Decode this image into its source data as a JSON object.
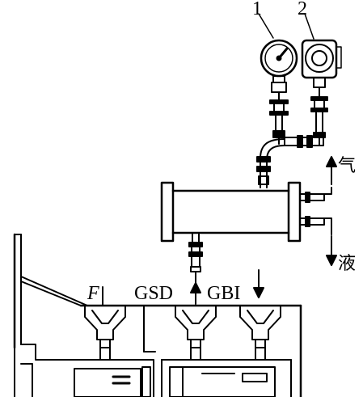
{
  "labels": {
    "gauge_number": "1",
    "transmitter_number": "2",
    "gas": "气",
    "liquid": "液",
    "force": "F",
    "gsd": "GSD",
    "gbi": "GBI"
  },
  "colors": {
    "ink": "#000000",
    "paper": "#ffffff"
  }
}
